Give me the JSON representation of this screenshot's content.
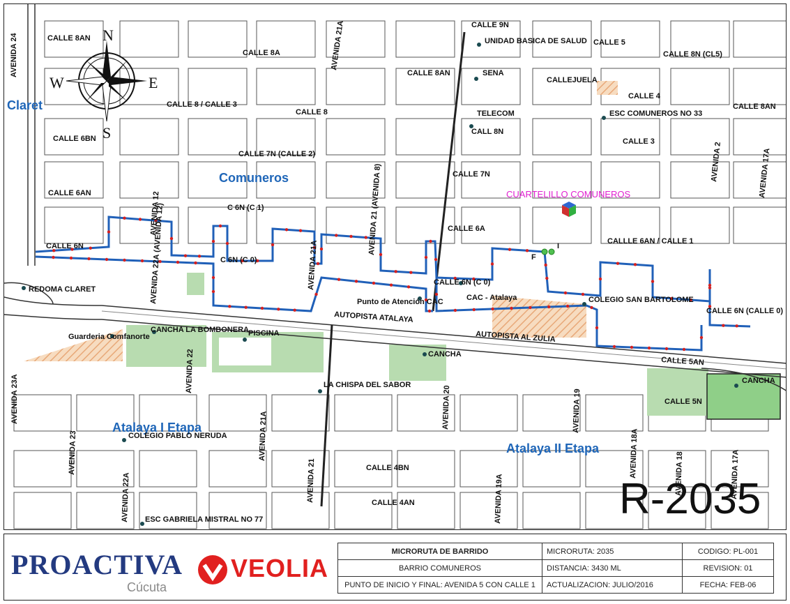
{
  "map": {
    "route_code": "R-2035",
    "compass": {
      "n": "N",
      "s": "S",
      "e": "E",
      "w": "W"
    },
    "neighborhoods": {
      "claret": "Claret",
      "comuneros": "Comuneros",
      "atalaya1": "Atalaya I Etapa",
      "atalaya2": "Atalaya II Etapa"
    },
    "streets": {
      "c8an": "CALLE 8AN",
      "a24": "AVENIDA 24",
      "c8a": "CALLE 8A",
      "a21a_top": "AVENIDA 21A",
      "c9n": "CALLE 9N",
      "c5": "CALLE 5",
      "c8ncl5": "CALLE 8N (CL5)",
      "c8an_mid": "CALLE 8AN",
      "callejuela": "CALLEJUELA",
      "c4": "CALLE 4",
      "c8an_r": "CALLE 8AN",
      "c8c3": "CALLE 8 / CALLE 3",
      "c8": "CALLE 8",
      "c8n": "CALL 8N",
      "c3": "CALLE 3",
      "c6bn": "CALLE 6BN",
      "c7n": "CALLE 7N (CALLE 2)",
      "c7n_b": "CALLE 7N",
      "a2": "AVENIDA 2",
      "a17a_top": "AVENIDA 17A",
      "c6an_l": "CALLE 6AN",
      "a12": "AVENIDA 12",
      "c6nc1": "C 6N (C 1)",
      "a21_8": "AVENIDA 21 (AVENIDA 8)",
      "c6a": "CALLE 6A",
      "c6an_c1": "CALLLE 6AN / CALLE 1",
      "c6n_l": "CALLE 6N",
      "a22a_a12": "AVENIDA 22A (AVENIDA 12)",
      "c6nc0": "C 6N (C 0)",
      "a21a_mid": "AVENIDA 21A",
      "c6nc0_b": "CALLE 6N (C 0)",
      "c6n_c0": "CALLE 6N (CALLE 0)",
      "autopista_atalaya": "AUTOPISTA ATALAYA",
      "autopista_zulia": "AUTOPISTA AL ZULIA",
      "c5an": "CALLE 5AN",
      "c5n": "CALLE 5N",
      "a23a": "AVENIDA 23A",
      "a22": "AVENIDA 22",
      "a20": "AVENIDA 20",
      "a19": "AVENIDA 19",
      "a23": "AVENIDA 23",
      "a22a": "AVENIDA 22A",
      "a21a_low": "AVENIDA 21A",
      "a21": "AVENIDA 21",
      "c4bn": "CALLE 4BN",
      "c4an": "CALLE 4AN",
      "a19a": "AVENIDA 19A",
      "a18a": "AVENIDA 18A",
      "a18": "AVENIDA 18",
      "a17a_low": "AVENIDA 17A"
    },
    "pois": {
      "salud": "UNIDAD BASICA DE SALUD",
      "sena": "SENA",
      "telecom": "TELECOM",
      "esc_comuneros": "ESC COMUNEROS NO 33",
      "cuartelillo": "CUARTELILLO COMUNEROS",
      "redoma": "REDOMA CLARET",
      "punto_atencion": "Punto de Atención CAC",
      "cac_atalaya": "CAC - Atalaya",
      "colegio_bartolome": "COLEGIO SAN BARTOLOME",
      "guarderia": "Guarderia Comfanorte",
      "bombonera": "CANCHA LA BOMBONERA",
      "piscina": "PISCINA",
      "cancha_mid": "CANCHA",
      "cancha_right": "CANCHA",
      "chispa": "LA CHISPA DEL SABOR",
      "pablo_neruda": "COLEGIO PABLO NERUDA",
      "gabriela": "ESC GABRIELA MISTRAL NO 77",
      "marker_start": "I",
      "marker_end": "F"
    }
  },
  "title_block": {
    "logo_proactiva": "PROACTIVA",
    "logo_proactiva_sub": "Cúcuta",
    "logo_veolia": "VEOLIA",
    "rows": [
      {
        "c1": "MICRORUTA DE BARRIDO",
        "c2": "MICRORUTA: 2035",
        "c3": "CODIGO: PL-001"
      },
      {
        "c1": "BARRIO COMUNEROS",
        "c2": "DISTANCIA: 3430 ML",
        "c3": "REVISION: 01"
      },
      {
        "c1": "PUNTO DE INICIO Y FINAL: AVENIDA 5 CON CALLE 1",
        "c2": "ACTUALIZACION: JULIO/2016",
        "c3": "FECHA: FEB-06"
      }
    ]
  },
  "colors": {
    "route": "#2060b8",
    "arrows": "#d42020",
    "parks": "#b8dcb0",
    "hatch": "#f0c8a0",
    "brand_blue": "#233a80",
    "brand_red": "#e1201f"
  }
}
